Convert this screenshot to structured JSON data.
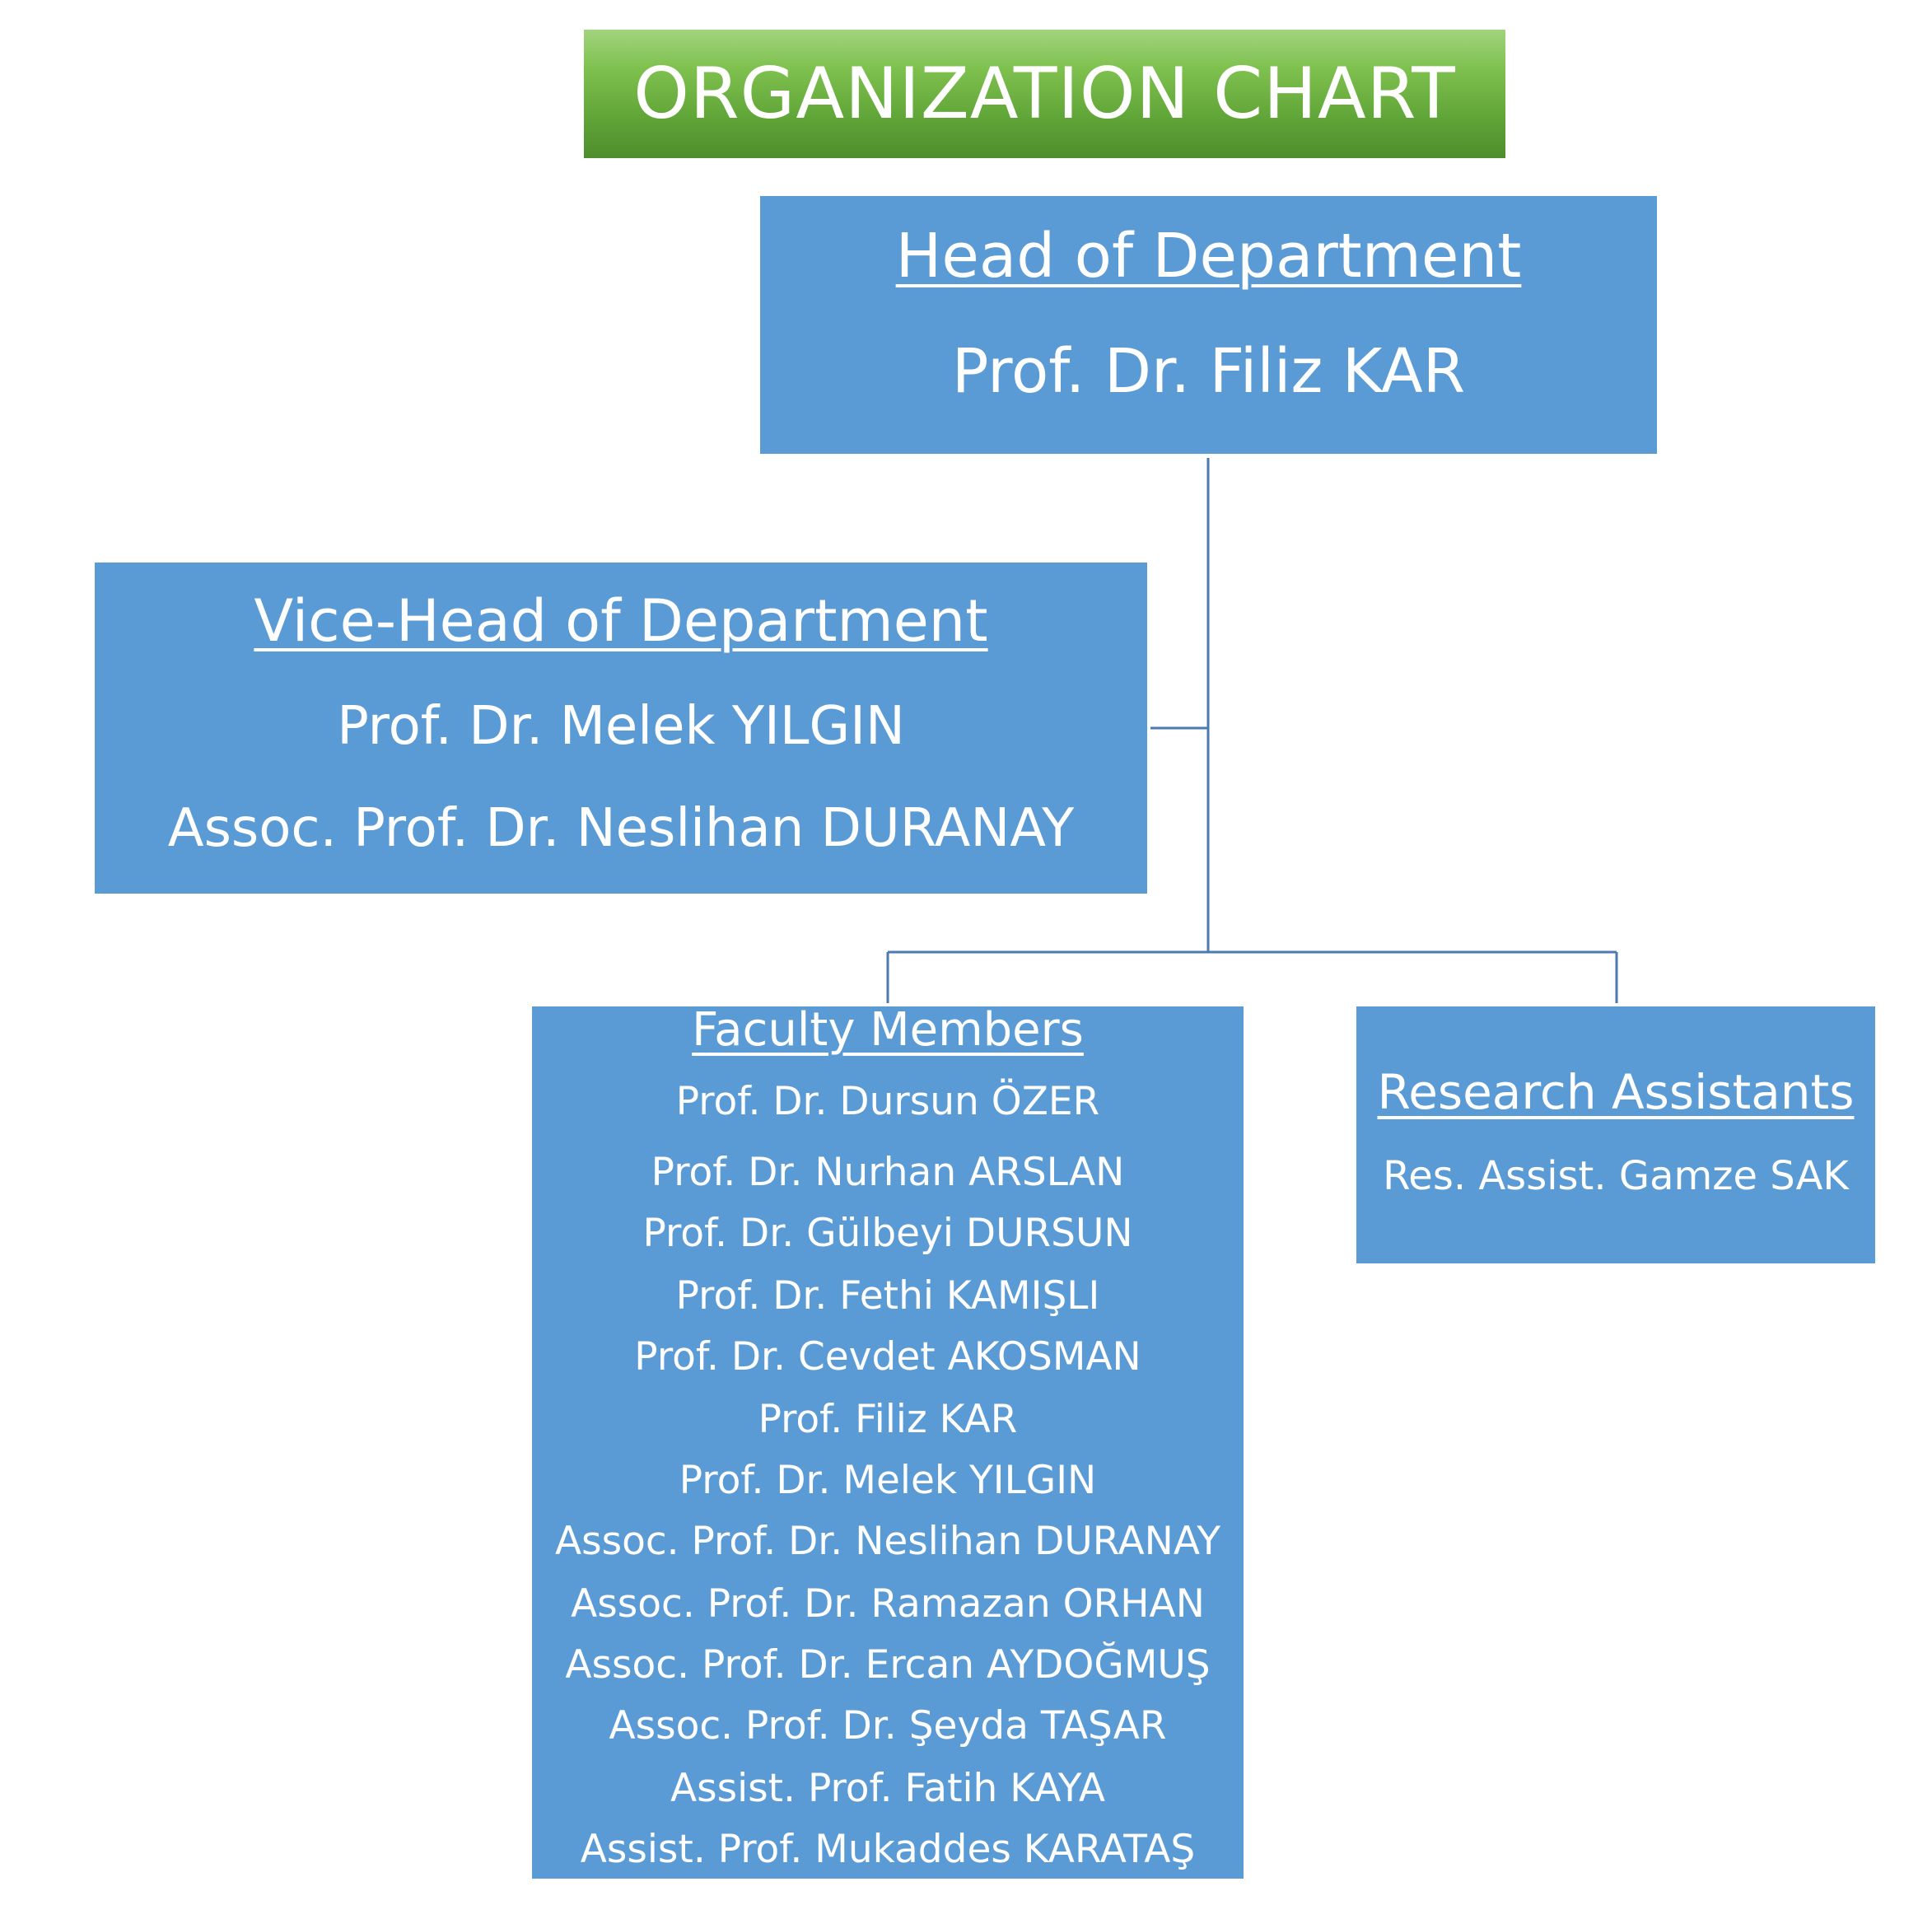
{
  "title": "ORGANIZATION CHART",
  "colors": {
    "box_fill": "#5b9bd5",
    "title_green_top": "#a2d47f",
    "title_green_bottom": "#4e8d2c",
    "connector": "#4a7ab0",
    "text": "#ffffff"
  },
  "head": {
    "heading": "Head of Department",
    "name": "Prof. Dr. Filiz KAR"
  },
  "vice": {
    "heading": "Vice-Head of Department",
    "names": [
      "Prof. Dr. Melek YILGIN",
      "Assoc. Prof. Dr. Neslihan DURANAY"
    ]
  },
  "faculty": {
    "heading": "Faculty Members",
    "members": [
      "Prof. Dr. Dursun ÖZER",
      "Prof. Dr. Nurhan ARSLAN",
      "Prof. Dr. Gülbeyi DURSUN",
      "Prof. Dr. Fethi KAMIŞLI",
      "Prof. Dr. Cevdet AKOSMAN",
      "Prof. Filiz KAR",
      "Prof. Dr. Melek YILGIN",
      "Assoc. Prof. Dr. Neslihan DURANAY",
      "Assoc. Prof.  Dr. Ramazan ORHAN",
      "Assoc. Prof.  Dr. Ercan AYDOĞMUŞ",
      "Assoc. Prof.  Dr. Şeyda TAŞAR",
      "Assist. Prof. Fatih KAYA",
      "Assist. Prof. Mukaddes KARATAŞ"
    ]
  },
  "research": {
    "heading": "Research Assistants",
    "names": [
      "Res. Assist. Gamze SAK"
    ]
  }
}
